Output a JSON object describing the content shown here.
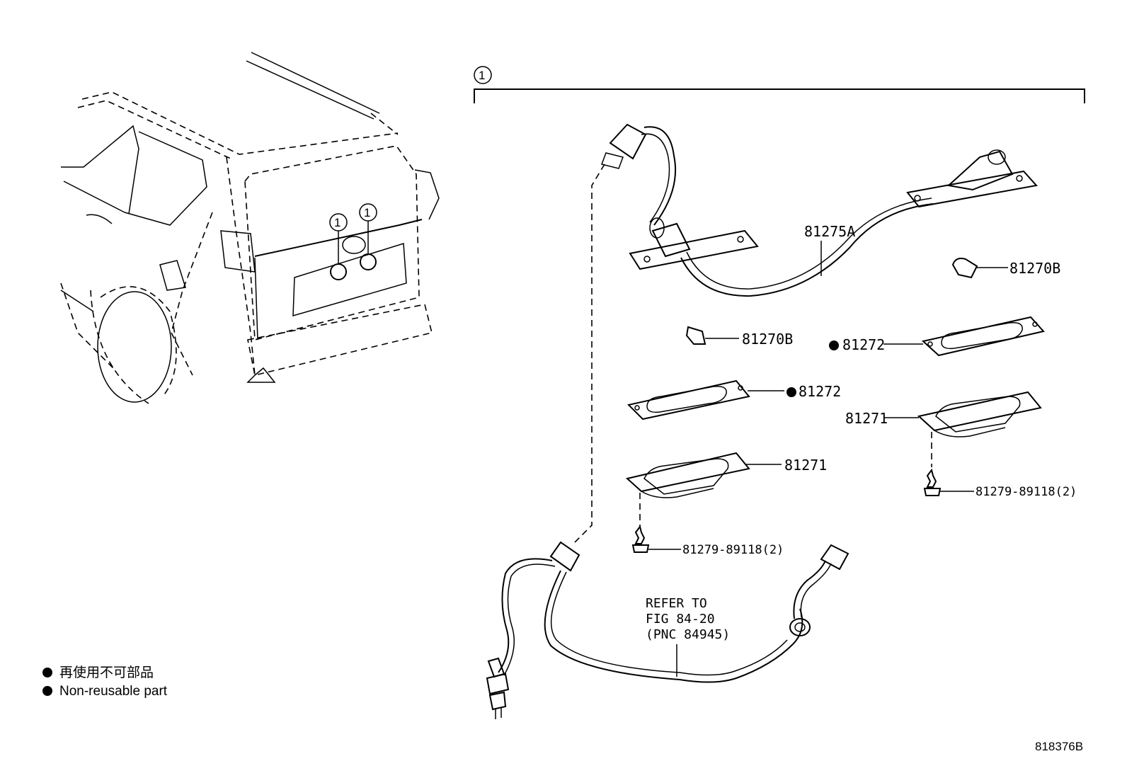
{
  "ref_mark": "1",
  "callouts": {
    "harness": "81275A",
    "bulb_right": "81270B",
    "bulb_left": "81270B",
    "gasket_right": "81272",
    "gasket_left": "81272",
    "lens_right": "81271",
    "lens_left": "81271",
    "screw_right": "81279-89118(2)",
    "screw_left": "81279-89118(2)"
  },
  "refer_note": {
    "line1": "REFER TO",
    "line2": "FIG 84-20",
    "line3": "(PNC 84945)"
  },
  "legend": {
    "jp": "再使用不可部品",
    "en": "Non-reusable part"
  },
  "figure_id": "818376B"
}
